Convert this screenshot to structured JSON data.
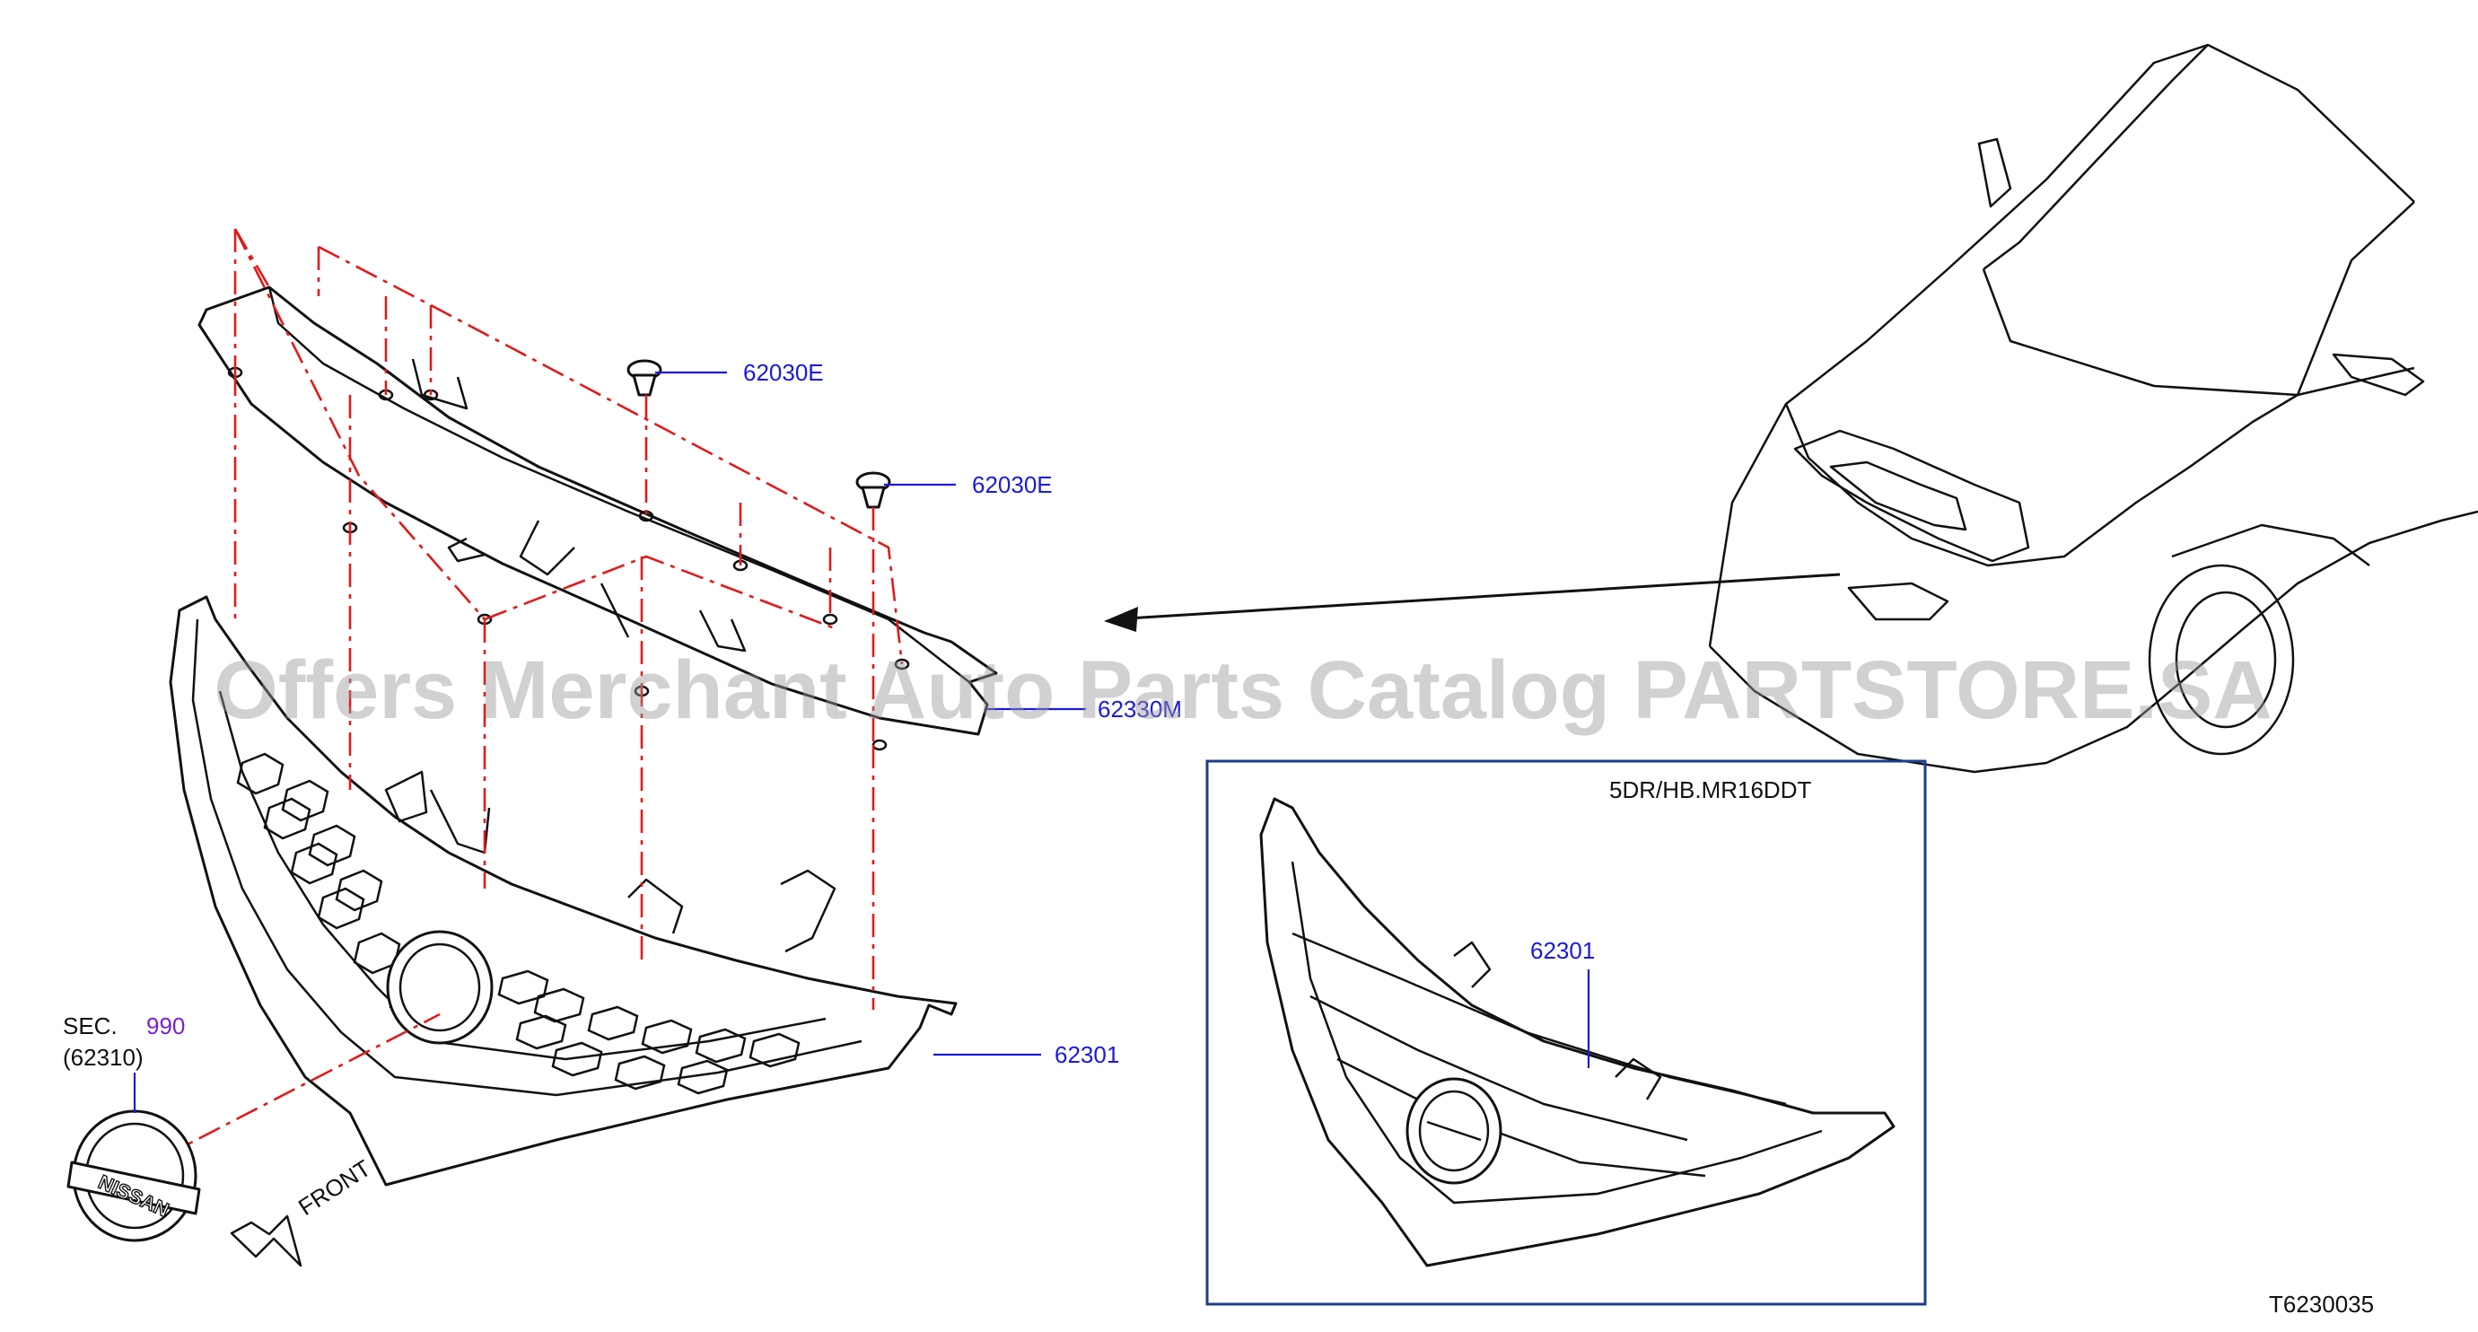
{
  "diagram": {
    "watermark": "Offers Merchant Auto Parts Catalog PARTSTORE.SA",
    "labels": {
      "clip_upper": "62030E",
      "clip_lower": "62030E",
      "upper_cover": "62330M",
      "grille_main": "62301",
      "grille_inset": "62301",
      "sec_prefix": "SEC.",
      "sec_number": "990",
      "sec_ref": "(62310)",
      "front": "FRONT",
      "inset_variant": "5DR/HB.MR16DDT",
      "diagram_code": "T6230035"
    },
    "colors": {
      "label_blue": "#1a1adb",
      "phantom_red": "#e01b1b",
      "section_purple": "#7a1fd1",
      "inset_border": "#1f3c8c"
    }
  }
}
